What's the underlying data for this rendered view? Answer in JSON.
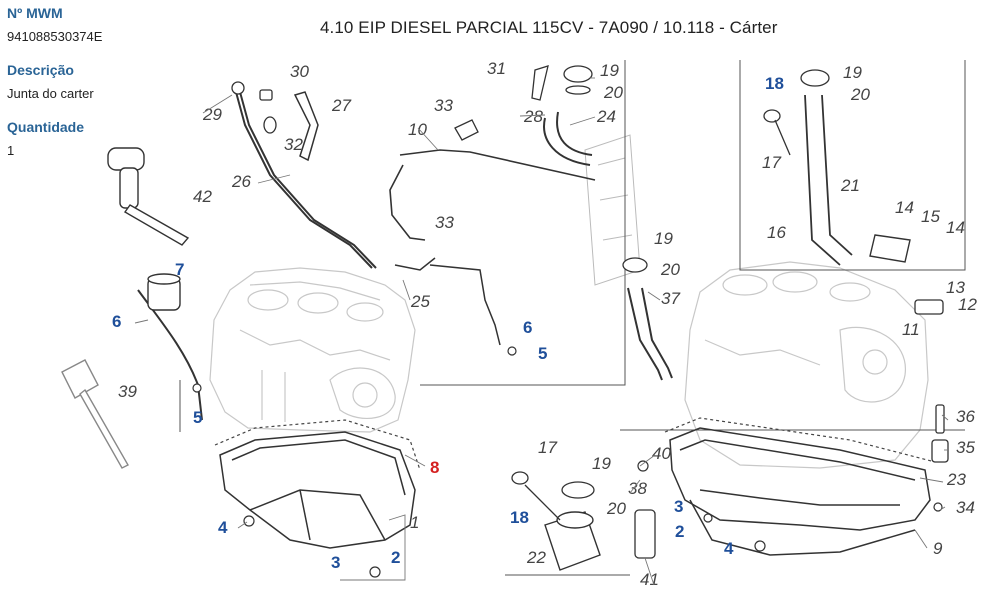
{
  "sidebar": {
    "mwm_label": "Nº MWM",
    "mwm_value": "941088530374E",
    "description_label": "Descrição",
    "description_value": "Junta do carter",
    "quantity_label": "Quantidade",
    "quantity_value": "1"
  },
  "diagram": {
    "title": "4.10 EIP DIESEL PARCIAL 115CV - 7A090  /  10.118 - Cárter",
    "callouts": {
      "c1": "1",
      "c2a": "2",
      "c2b": "2",
      "c3a": "3",
      "c3b": "3",
      "c4a": "4",
      "c4b": "4",
      "c5a": "5",
      "c5b": "5",
      "c6a": "6",
      "c6b": "6",
      "c7": "7",
      "c8": "8",
      "c9": "9",
      "c10": "10",
      "c11": "11",
      "c12": "12",
      "c13": "13",
      "c14a": "14",
      "c14b": "14",
      "c15": "15",
      "c16": "16",
      "c17a": "17",
      "c17b": "17",
      "c18a": "18",
      "c18b": "18",
      "c19a": "19",
      "c19b": "19",
      "c19c": "19",
      "c19d": "19",
      "c20a": "20",
      "c20b": "20",
      "c20c": "20",
      "c20d": "20",
      "c21": "21",
      "c22": "22",
      "c23": "23",
      "c24": "24",
      "c25": "25",
      "c26": "26",
      "c27": "27",
      "c28": "28",
      "c29": "29",
      "c30": "30",
      "c31": "31",
      "c32": "32",
      "c33a": "33",
      "c33b": "33",
      "c34": "34",
      "c35": "35",
      "c36": "36",
      "c37": "37",
      "c38": "38",
      "c39": "39",
      "c40": "40",
      "c41": "41",
      "c42": "42"
    }
  },
  "colors": {
    "label_blue": "#2a6496",
    "callout_blue": "#1f4f9a",
    "callout_highlight": "#d42020",
    "callout_gray": "#444444",
    "line_dark": "#333333",
    "line_faint": "#c8c8c8"
  }
}
